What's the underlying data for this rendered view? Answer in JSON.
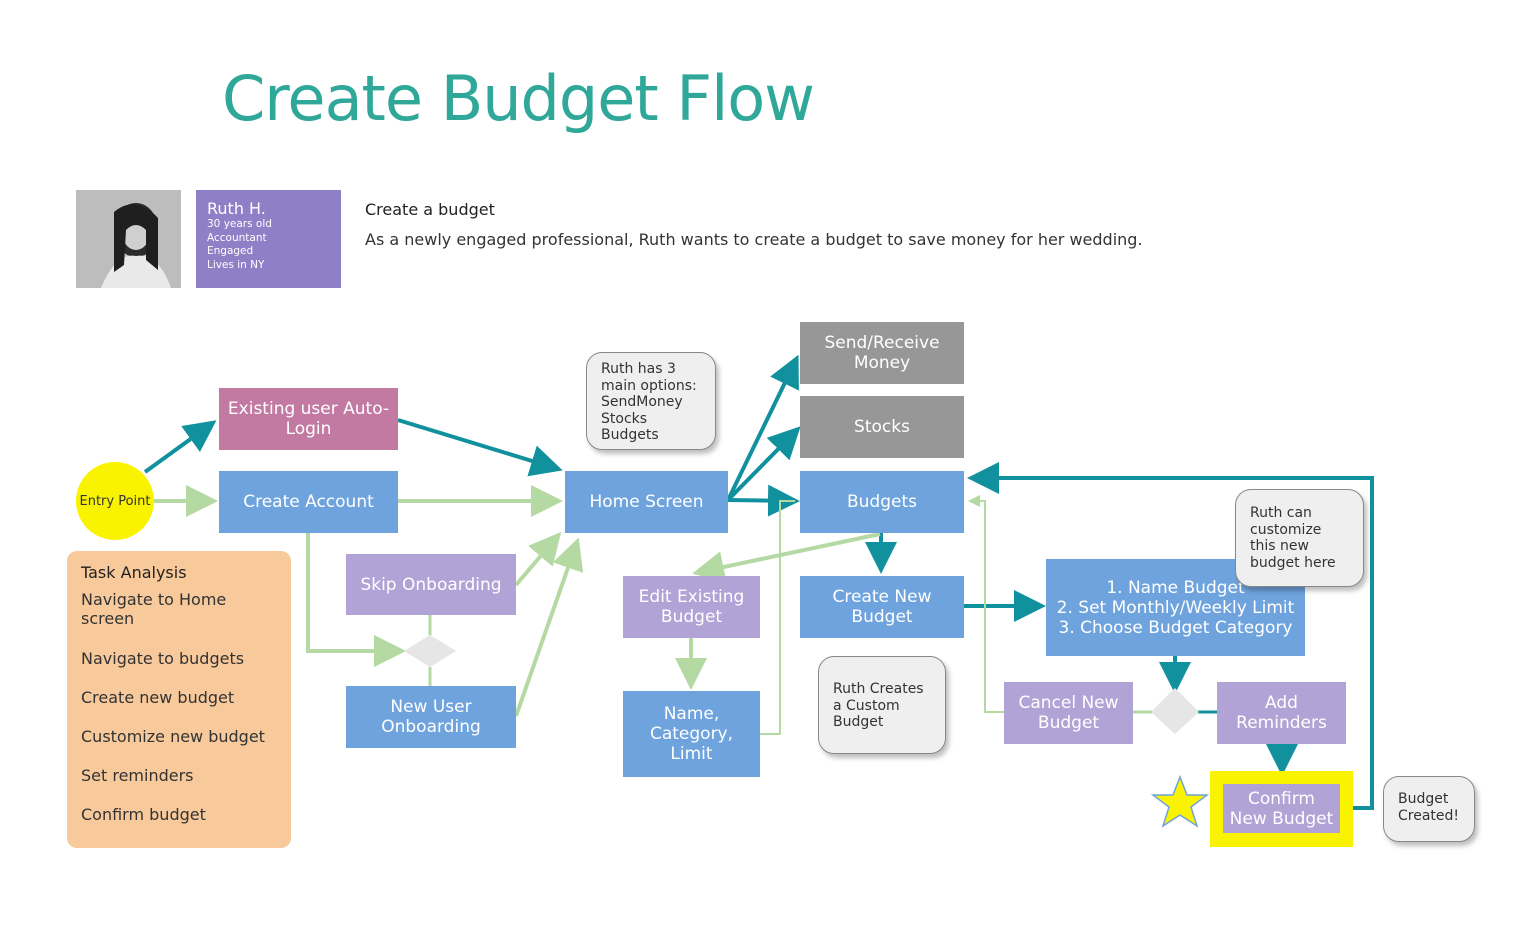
{
  "title": "Create Budget Flow",
  "persona": {
    "name": "Ruth H.",
    "details": [
      "30 years old",
      "Accountant",
      "Engaged",
      "Lives in NY"
    ]
  },
  "story": {
    "title": "Create a budget",
    "text": "As a newly engaged professional, Ruth wants to create a budget to save money for her wedding."
  },
  "entry_point": "Entry Point",
  "nodes": {
    "existing_user": "Existing user Auto-Login",
    "create_account": "Create Account",
    "skip_onboarding": "Skip Onboarding",
    "new_user_onboarding": "New User Onboarding",
    "home_screen": "Home Screen",
    "send_receive": "Send/Receive Money",
    "stocks": "Stocks",
    "budgets": "Budgets",
    "edit_existing": "Edit Existing Budget",
    "name_category_limit": "Name, Category, Limit",
    "create_new_budget": "Create New Budget",
    "steps": [
      "1. Name Budget",
      "2. Set Monthly/Weekly Limit",
      "3. Choose Budget Category"
    ],
    "cancel_new_budget": "Cancel New Budget",
    "add_reminders": "Add Reminders",
    "confirm_new_budget": "Confirm New Budget"
  },
  "bubbles": {
    "home_options": [
      "Ruth has 3",
      "main options:",
      "SendMoney",
      "Stocks",
      "Budgets"
    ],
    "custom_budget": [
      "Ruth Creates",
      "a Custom",
      "Budget"
    ],
    "customize": [
      "Ruth can",
      "customize",
      "this new",
      "budget here"
    ],
    "created": [
      "Budget",
      "Created!"
    ]
  },
  "task_analysis": {
    "title": "Task Analysis",
    "items": [
      "Navigate to Home screen",
      "Navigate to budgets",
      "Create new budget",
      "Customize new budget",
      "Set reminders",
      "Confirm budget"
    ]
  },
  "colors": {
    "teal_arrow": "#10919d",
    "green_arrow": "#b5d9a3",
    "title": "#2fa799"
  }
}
